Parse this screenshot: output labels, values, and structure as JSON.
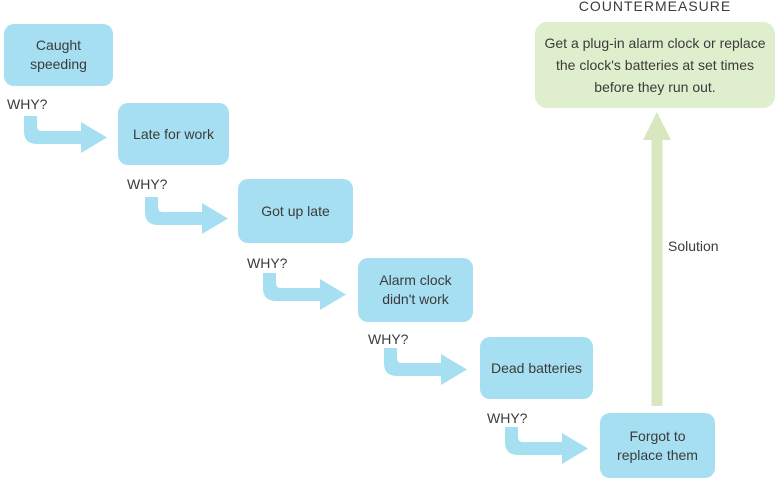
{
  "diagram": {
    "title": "",
    "nodes": [
      {
        "id": "cause-1",
        "lines": [
          "Caught",
          "speeding"
        ]
      },
      {
        "id": "cause-2",
        "lines": [
          "Late for work"
        ]
      },
      {
        "id": "cause-3",
        "lines": [
          "Got up late"
        ]
      },
      {
        "id": "cause-4",
        "lines": [
          "Alarm clock",
          "didn't work"
        ]
      },
      {
        "id": "cause-5",
        "lines": [
          "Dead batteries"
        ]
      },
      {
        "id": "cause-6",
        "lines": [
          "Forgot to",
          "replace them"
        ]
      }
    ],
    "why_labels": [
      {
        "label": "WHY?"
      },
      {
        "label": "WHY?"
      },
      {
        "label": "WHY?"
      },
      {
        "label": "WHY?"
      },
      {
        "label": "WHY?"
      }
    ],
    "countermeasure": {
      "title": "COUNTERMEASURE",
      "lines": [
        "Get a plug-in alarm clock or replace",
        "the clock's batteries at set times",
        "before they run out."
      ]
    },
    "solution": {
      "label": "Solution"
    },
    "colors": {
      "node_fill": "#a6dff1",
      "why_arrow_fill": "#a6dff1",
      "countermeasure_fill": "#dfeecd",
      "solution_arrow_fill": "#d9e7c1",
      "text": "#3b3b3b",
      "background": "#ffffff"
    }
  }
}
